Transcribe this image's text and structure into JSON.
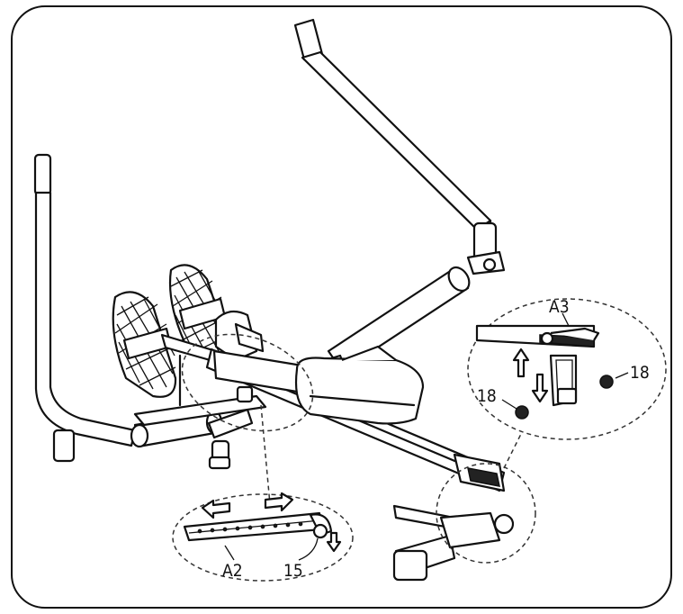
{
  "labels": {
    "a2": "A2",
    "a3": "A3",
    "part_15": "15",
    "part_18_left": "18",
    "part_18_right": "18"
  },
  "colors": {
    "line": "#111111",
    "background": "#ffffff"
  }
}
